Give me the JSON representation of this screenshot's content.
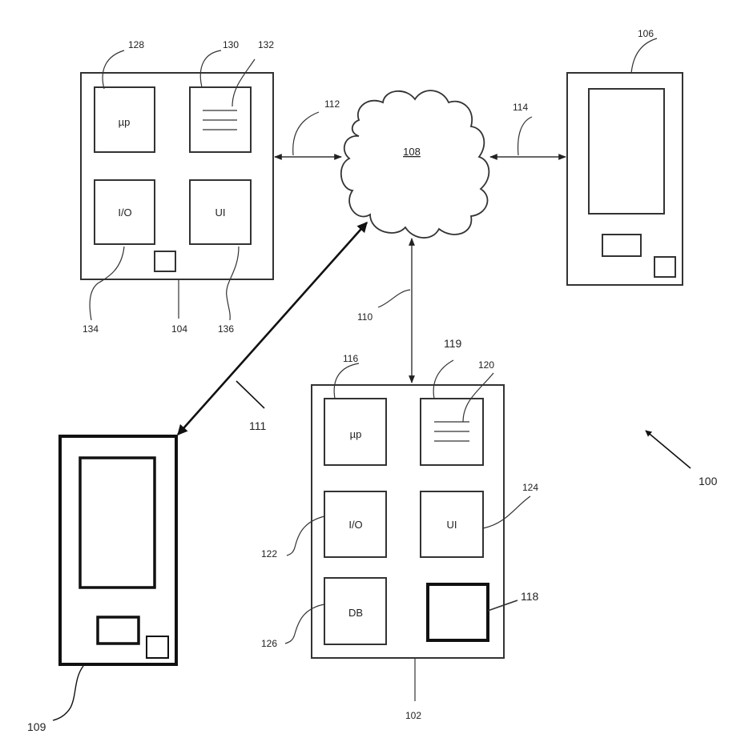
{
  "labels": {
    "network": "108",
    "system": "100",
    "server": "102",
    "server_cpu": "116",
    "server_memory": "119",
    "server_memory_content": "120",
    "server_io": "122",
    "server_ui": "124",
    "server_db": "126",
    "server_component": "118",
    "server_link": "110",
    "client_a": "104",
    "client_a_cpu": "128",
    "client_a_memory": "130",
    "client_a_memory_content": "132",
    "client_a_io": "134",
    "client_a_ui": "136",
    "client_a_link": "112",
    "device_b": "106",
    "device_b_link": "114",
    "device_c": "109",
    "device_c_link": "111"
  },
  "component_text": {
    "cpu": "µp",
    "io": "I/O",
    "ui": "UI",
    "db": "DB"
  }
}
